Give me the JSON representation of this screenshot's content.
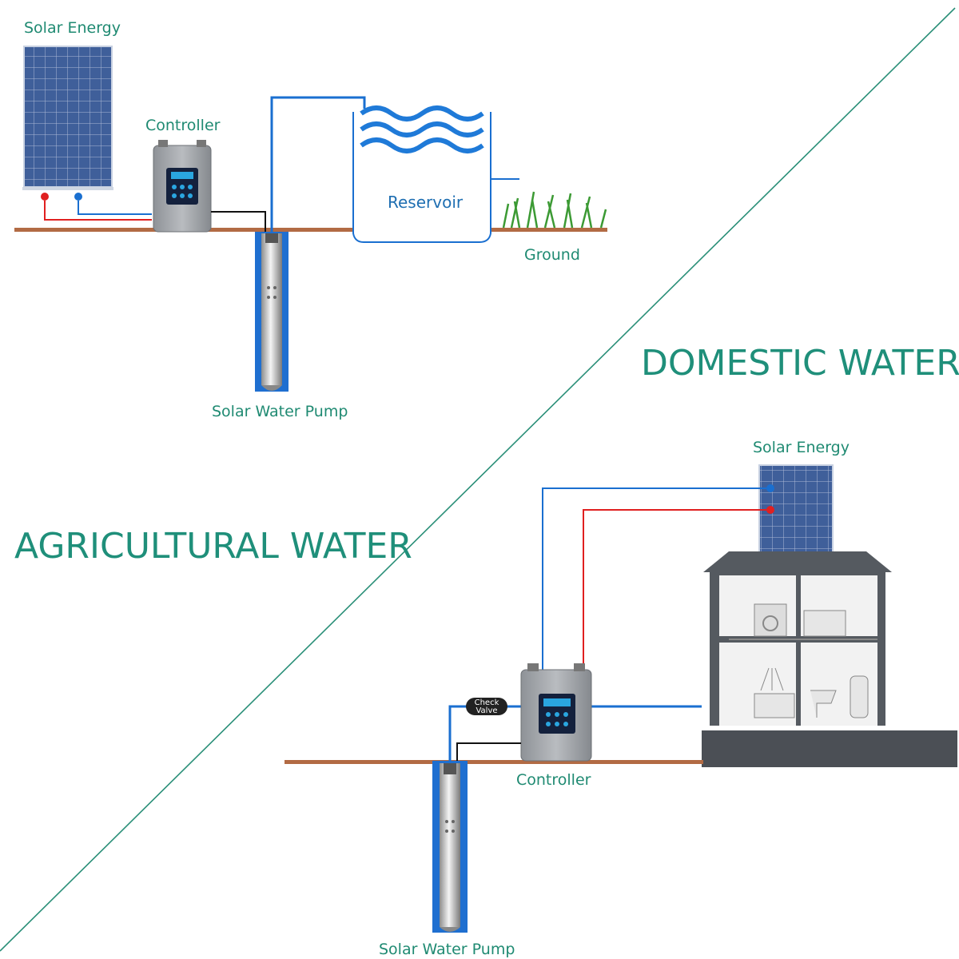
{
  "top": {
    "solar_energy": "Solar Energy",
    "controller": "Controller",
    "reservoir": "Reservoir",
    "ground": "Ground",
    "solar_water_pump": "Solar Water Pump"
  },
  "bottom": {
    "solar_energy": "Solar Energy",
    "controller": "Controller",
    "check_valve_line1": "Check",
    "check_valve_line2": "Valve",
    "solar_water_pump": "Solar Water Pump"
  },
  "headings": {
    "domestic": "DOMESTIC WATER",
    "agricultural": "AGRICULTURAL WATER"
  },
  "colors": {
    "accent": "#1f8f7a",
    "wire_red": "#e02020",
    "wire_blue": "#1a6fd0",
    "ground": "#b26b44",
    "water": "#1f6fd0"
  }
}
